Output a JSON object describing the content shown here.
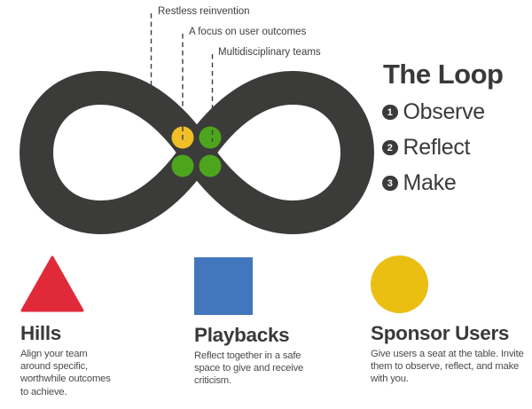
{
  "diagram": {
    "principles": [
      {
        "label": "Restless reinvention"
      },
      {
        "label": "A focus on user outcomes"
      },
      {
        "label": "Multidisciplinary teams"
      }
    ],
    "loop_panel": {
      "title": "The Loop",
      "steps": [
        {
          "number": "1",
          "label": "Observe"
        },
        {
          "number": "2",
          "label": "Reflect"
        },
        {
          "number": "3",
          "label": "Make"
        }
      ]
    },
    "practices": [
      {
        "shape": "triangle",
        "title": "Hills",
        "description": "Align your team\naround specific,\nworthwhile outcomes\nto achieve."
      },
      {
        "shape": "square",
        "title": "Playbacks",
        "description": "Reflect together in a safe\nspace to give and receive\ncriticism."
      },
      {
        "shape": "circle",
        "title": "Sponsor Users",
        "description": "Give users a seat at the table. Invite\nthem to observe, reflect, and make\nwith you."
      }
    ]
  },
  "colors": {
    "loop": "#3B3B3A",
    "dashed_line": "#3D3D3C",
    "dot_yellow": "#F0BE27",
    "dot_green": "#4DA51E",
    "hills_red": "#E02A3A",
    "playbacks_blue": "#4377BD",
    "sponsor_gold": "#EBBE12",
    "badge_dark": "#3A3A39"
  }
}
